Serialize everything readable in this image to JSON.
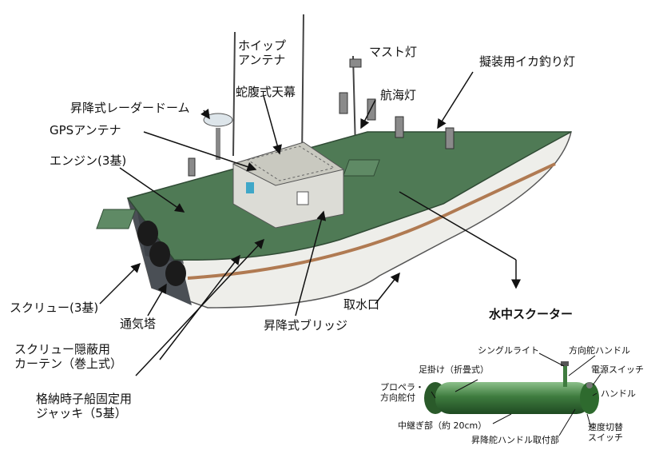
{
  "labels": {
    "whip_antenna": "ホイップ\nアンテナ",
    "mast_light": "マスト灯",
    "squid_light": "擬装用イカ釣り灯",
    "radar_dome": "昇降式レーダードーム",
    "awning": "蛇腹式天幕",
    "nav_light": "航海灯",
    "gps_antenna": "GPSアンテナ",
    "engine": "エンジン(3基)",
    "screw": "スクリュー(3基)",
    "vent_tower": "通気塔",
    "curtain": "スクリュー隠蔽用\nカーテン（巻上式）",
    "jack": "格納時子船固定用\nジャッキ（5基）",
    "bridge": "昇降式ブリッジ",
    "water_intake": "取水口"
  },
  "scooter": {
    "title": "水中スクーター",
    "single_light": "シングルライト",
    "rudder_handle": "方向舵ハンドル",
    "power_switch": "電源スイッチ",
    "handle": "ハンドル",
    "footrest": "足掛け（折畳式）",
    "propeller": "プロペラ・\n方向舵付",
    "joint": "中継ぎ部（約 20cm）",
    "elevator_mount": "昇降舵ハンドル取付部",
    "speed_switch": "速度切替\nスイッチ"
  },
  "colors": {
    "deck": "#4f7a55",
    "hull": "#eeeeea",
    "stripe": "#b07a52",
    "scooter": "#3f7c3f"
  }
}
